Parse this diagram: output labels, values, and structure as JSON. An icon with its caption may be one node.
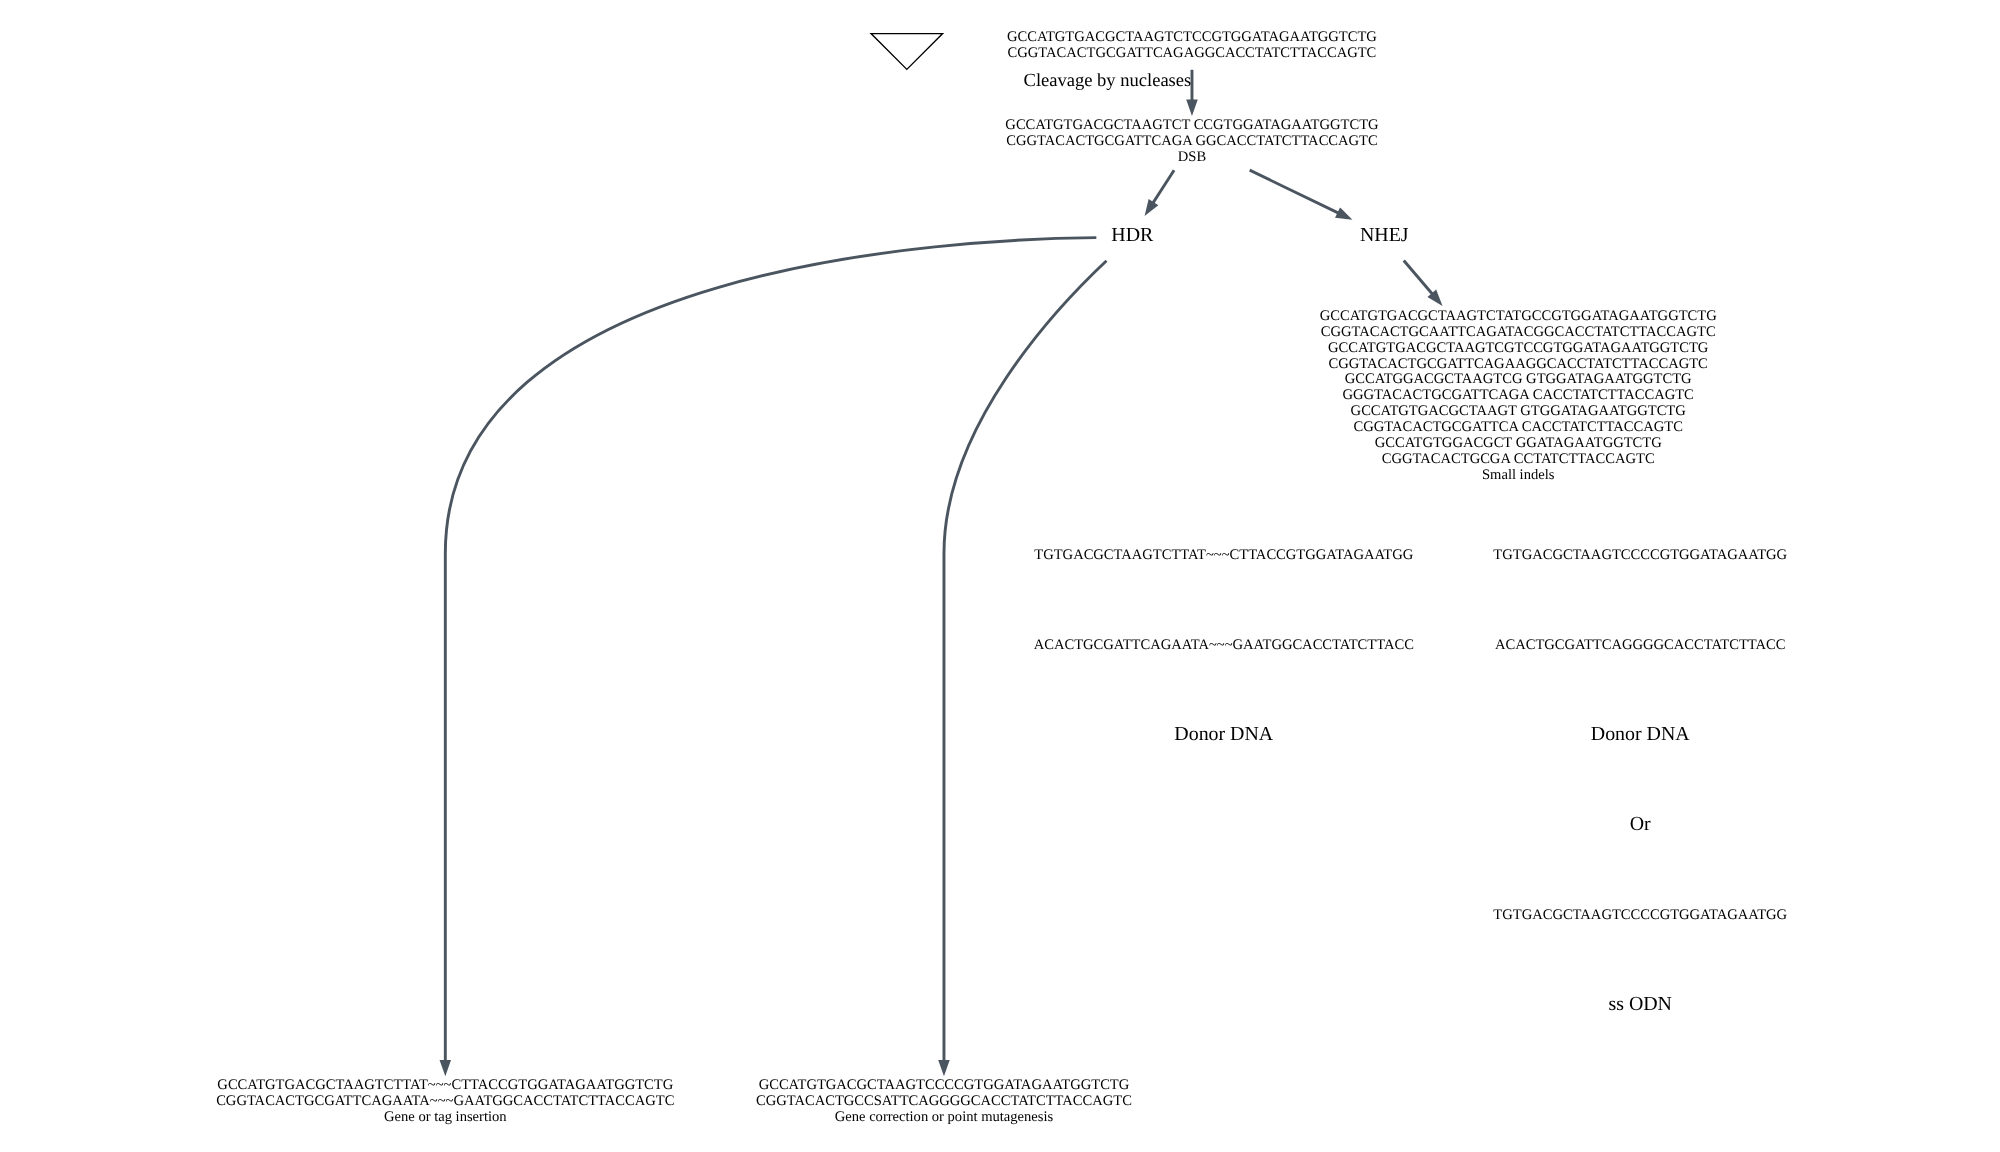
{
  "diagram": {
    "nodes": [
      {
        "text": [],
        "shape": "picture"
      },
      {
        "text": [
          "GCCATGTGACGCTAAGTCTCCGTGGATAGAATGGTCTG",
          "CGGTACACTGCGATTCAGAGGCACCTATCTTACCAGTC"
        ]
      },
      {
        "text": [
          "GCCATGTGACGCTAAGTCT CCGTGGATAGAATGGTCTG",
          "CGGTACACTGCGATTCAGA GGCACCTATCTTACCAGTC",
          "DSB"
        ]
      },
      {
        "text": [
          "HDR"
        ]
      },
      {
        "text": [
          "NHEJ"
        ]
      },
      {
        "text": [
          "GCCATGTGACGCTAAGTCTATGCCGTGGATAGAATGGTCTG",
          "CGGTACACTGCAATTCAGATACGGCACCTATCTTACCAGTC",
          "GCCATGTGACGCTAAGTCGTCCGTGGATAGAATGGTCTG",
          "CGGTACACTGCGATTCAGAAGGCACCTATCTTACCAGTC",
          "GCCATGGACGCTAAGTCG GTGGATAGAATGGTCTG",
          "GGGTACACTGCGATTCAGA CACCTATCTTACCAGTC",
          "GCCATGTGACGCTAAGT GTGGATAGAATGGTCTG",
          "CGGTACACTGCGATTCA CACCTATCTTACCAGTC",
          "GCCATGTGGACGCT GGATAGAATGGTCTG",
          "CGGTACACTGCGA CCTATCTTACCAGTC",
          "Small indels"
        ]
      },
      {
        "text": [
          "GCCATGTGACGCTAAGTCTTAT~~~CTTACCGTGGATAGAATGGTCTG",
          "CGGTACACTGCGATTCAGAATA~~~GAATGGCACCTATCTTACCAGTC",
          "Gene or tag insertion"
        ]
      },
      {
        "text": [
          "GCCATGTGACGCTAAGTCCCCGTGGATAGAATGGTCTG",
          "CGGTACACTGCCSATTCAGGGGCACCTATCTTACCAGTC",
          "Gene correction or point mutagenesis"
        ]
      }
    ],
    "edges": [
      {
        "from": 1,
        "to": 2,
        "arrow": "to",
        "label": "Cleavage by nucleases"
      },
      {
        "from": 2,
        "to": 3,
        "arrow": "to"
      },
      {
        "from": 2,
        "to": 4,
        "arrow": "to"
      },
      {
        "from": 4,
        "to": 5,
        "arrow": "to"
      },
      {
        "from": 3,
        "to": 6,
        "arrow": "to"
      },
      {
        "from": 3,
        "to": 7,
        "arrow": "to"
      }
    ],
    "labels": [
      "TGTGACGCTAAGTCTTAT~~~CTTACCGTGGATAGAATGG",
      "ACACTGCGATTCAGAATA~~~GAATGGCACCTATCTTACC",
      "Donor DNA",
      "TGTGACGCTAAGTCCCCGTGGATAGAATGG",
      "ACACTGCGATTCAGGGGCACCTATCTTACC",
      "Donor DNA",
      "Or",
      "TGTGACGCTAAGTCCCCGTGGATAGAATGG",
      "ss ODN"
    ]
  }
}
